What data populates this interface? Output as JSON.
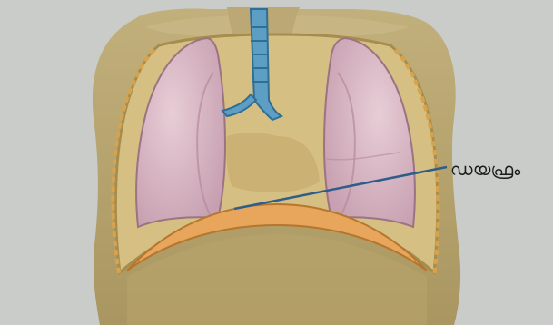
{
  "diagram": {
    "labels": [
      {
        "id": "diaphragm",
        "text": "ഡയഫ്രം"
      }
    ],
    "colors": {
      "background": "#c9ccc9",
      "skin": "#b9a670",
      "skin_shadow": "#9c8a57",
      "lung": "#d9b7c4",
      "lung_dark": "#b8909f",
      "trachea": "#5d9ec4",
      "diaphragm": "#e8a55c",
      "chest_cavity": "#d8c07a",
      "leader_line": "#2f5d8a"
    },
    "icons": [
      "torso-illustration"
    ]
  }
}
